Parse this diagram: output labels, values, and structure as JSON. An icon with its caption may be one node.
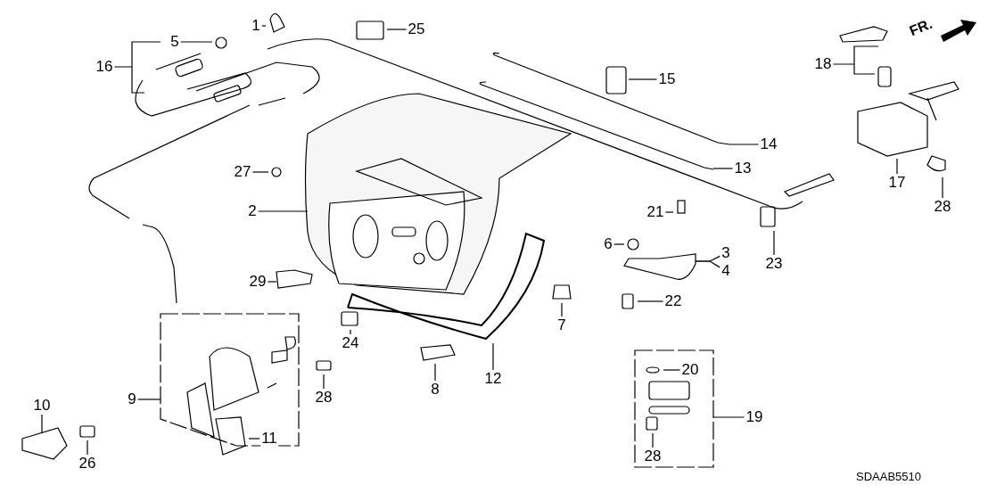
{
  "diagram": {
    "nodes": [
      {
        "text": [
          "1"
        ]
      },
      {
        "text": [
          "5"
        ]
      },
      {
        "text": [
          "16"
        ]
      },
      {
        "text": [
          "25"
        ]
      },
      {
        "text": [
          "15"
        ]
      },
      {
        "text": [
          "18"
        ]
      },
      {
        "text": [
          "14"
        ]
      },
      {
        "text": [
          "13"
        ]
      },
      {
        "text": [
          "27"
        ]
      },
      {
        "text": [
          "2"
        ]
      },
      {
        "text": [
          "17"
        ]
      },
      {
        "text": [
          "28"
        ]
      },
      {
        "text": [
          "21"
        ]
      },
      {
        "text": [
          "6"
        ]
      },
      {
        "text": [
          "3"
        ]
      },
      {
        "text": [
          "4"
        ]
      },
      {
        "text": [
          "23"
        ]
      },
      {
        "text": [
          "29"
        ]
      },
      {
        "text": [
          "22"
        ]
      },
      {
        "text": [
          "7"
        ]
      },
      {
        "text": [
          "9"
        ]
      },
      {
        "text": [
          "24"
        ]
      },
      {
        "text": [
          "28"
        ]
      },
      {
        "text": [
          "8"
        ]
      },
      {
        "text": [
          "12"
        ]
      },
      {
        "text": [
          "20"
        ]
      },
      {
        "text": [
          "19"
        ]
      },
      {
        "text": [
          "10"
        ]
      },
      {
        "text": [
          "26"
        ]
      },
      {
        "text": [
          "11"
        ]
      },
      {
        "text": [
          "28"
        ]
      }
    ],
    "edges": [
      {
        "from": 0,
        "to": null,
        "arrow": "none"
      },
      {
        "from": 1,
        "to": null,
        "arrow": "none"
      },
      {
        "from": 2,
        "to": null,
        "arrow": "none"
      },
      {
        "from": 3,
        "to": null,
        "arrow": "none"
      },
      {
        "from": 4,
        "to": null,
        "arrow": "none"
      },
      {
        "from": 5,
        "to": null,
        "arrow": "none"
      },
      {
        "from": 6,
        "to": null,
        "arrow": "none"
      },
      {
        "from": 7,
        "to": null,
        "arrow": "none"
      },
      {
        "from": 8,
        "to": null,
        "arrow": "none"
      },
      {
        "from": 9,
        "to": null,
        "arrow": "none"
      },
      {
        "from": 10,
        "to": null,
        "arrow": "none"
      },
      {
        "from": 11,
        "to": null,
        "arrow": "none"
      },
      {
        "from": 12,
        "to": null,
        "arrow": "none"
      },
      {
        "from": 13,
        "to": null,
        "arrow": "none"
      },
      {
        "from": 14,
        "to": null,
        "arrow": "none"
      },
      {
        "from": 15,
        "to": null,
        "arrow": "none"
      },
      {
        "from": 16,
        "to": null,
        "arrow": "none"
      },
      {
        "from": 17,
        "to": null,
        "arrow": "none"
      },
      {
        "from": 18,
        "to": null,
        "arrow": "none"
      },
      {
        "from": 19,
        "to": null,
        "arrow": "none"
      },
      {
        "from": 20,
        "to": null,
        "arrow": "none"
      },
      {
        "from": 21,
        "to": null,
        "arrow": "none"
      },
      {
        "from": 22,
        "to": null,
        "arrow": "none"
      },
      {
        "from": 23,
        "to": null,
        "arrow": "none"
      },
      {
        "from": 24,
        "to": null,
        "arrow": "none"
      },
      {
        "from": 25,
        "to": null,
        "arrow": "none"
      },
      {
        "from": 26,
        "to": null,
        "arrow": "none"
      },
      {
        "from": 27,
        "to": null,
        "arrow": "none"
      },
      {
        "from": 28,
        "to": null,
        "arrow": "none"
      },
      {
        "from": 29,
        "to": null,
        "arrow": "none"
      },
      {
        "from": 30,
        "to": null,
        "arrow": "none"
      }
    ],
    "labels": [
      "FR.",
      "SDAAB5510"
    ]
  }
}
